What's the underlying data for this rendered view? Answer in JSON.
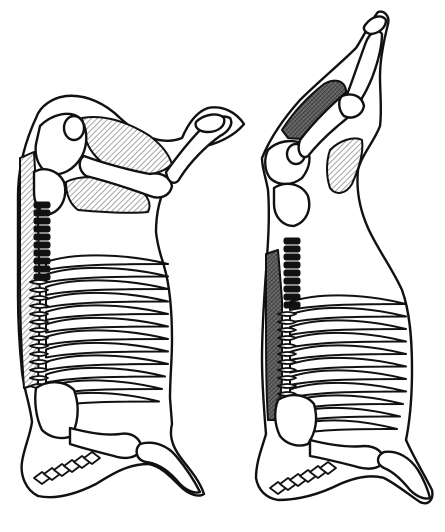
{
  "figure": {
    "background": "#ffffff",
    "line_color": "#111111",
    "hatch_light_color": "#9a9a9a",
    "hatch_dark_color": "#444444",
    "panels": [
      {
        "id": "left-carcass",
        "icon": "carcass-side-icon",
        "rib_count": 12,
        "vertebra_count": 10
      },
      {
        "id": "right-carcass",
        "icon": "carcass-side-icon",
        "rib_count": 11,
        "vertebra_count": 9
      }
    ]
  }
}
